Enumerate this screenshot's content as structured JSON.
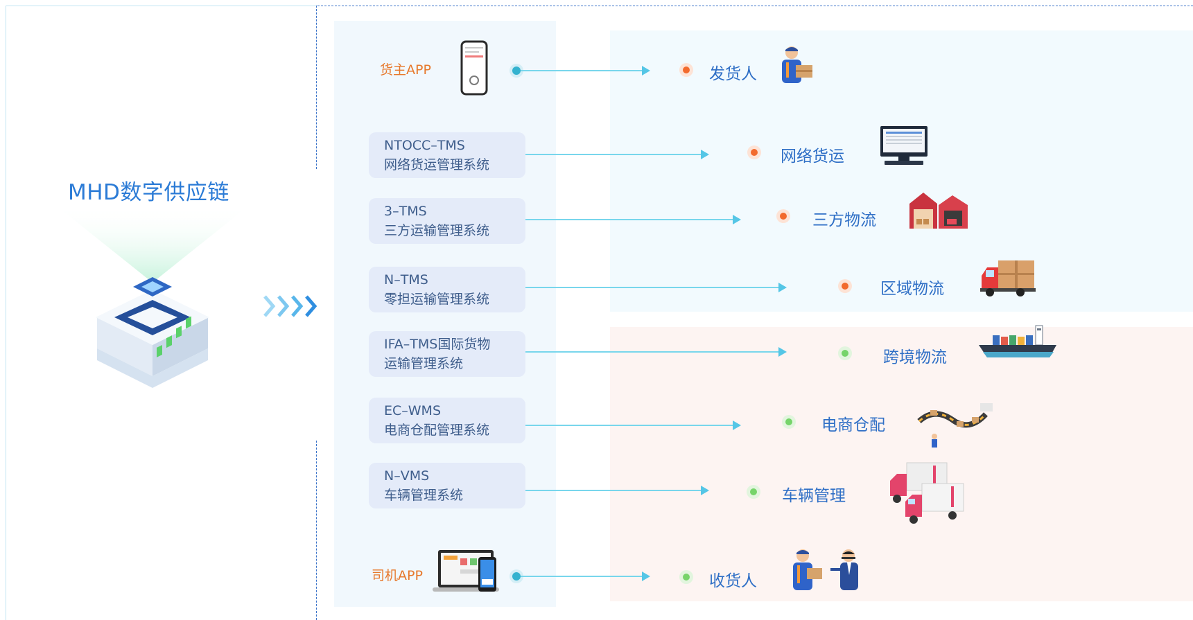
{
  "brand": {
    "title": "MHD数字供应链"
  },
  "apps": [
    {
      "label": "货主APP",
      "icon": "smartphone-icon"
    },
    {
      "label": "司机APP",
      "icon": "laptop-phone-icon"
    }
  ],
  "systems": [
    {
      "code": "NTOCC–TMS",
      "name": "网络货运管理系统"
    },
    {
      "code": "3–TMS",
      "name": "三方运输管理系统"
    },
    {
      "code": "N–TMS",
      "name": "零担运输管理系统"
    },
    {
      "code": "IFA–TMS国际货物",
      "name": "运输管理系统"
    },
    {
      "code": "EC–WMS",
      "name": "电商仓配管理系统"
    },
    {
      "code": "N–VMS",
      "name": "车辆管理系统"
    }
  ],
  "targets": [
    {
      "label": "发货人",
      "marker": "orange",
      "icon": "shipper-icon"
    },
    {
      "label": "网络货运",
      "marker": "orange",
      "icon": "computer-monitor-icon"
    },
    {
      "label": "三方物流",
      "marker": "orange",
      "icon": "warehouse-icon"
    },
    {
      "label": "区域物流",
      "marker": "orange",
      "icon": "truck-icon"
    },
    {
      "label": "跨境物流",
      "marker": "green",
      "icon": "cargo-ship-icon"
    },
    {
      "label": "电商仓配",
      "marker": "green",
      "icon": "conveyor-icon"
    },
    {
      "label": "车辆管理",
      "marker": "green",
      "icon": "trucks-fleet-icon"
    },
    {
      "label": "收货人",
      "marker": "green",
      "icon": "receiver-icon"
    }
  ],
  "colors": {
    "title_blue": "#2b7bd6",
    "app_orange": "#e7792c",
    "marker_orange": "#f26a2d",
    "marker_green": "#76d46a",
    "zone_blue": "#f2fafe",
    "zone_pink": "#fdf4f2",
    "connector": "#78d6ec"
  }
}
